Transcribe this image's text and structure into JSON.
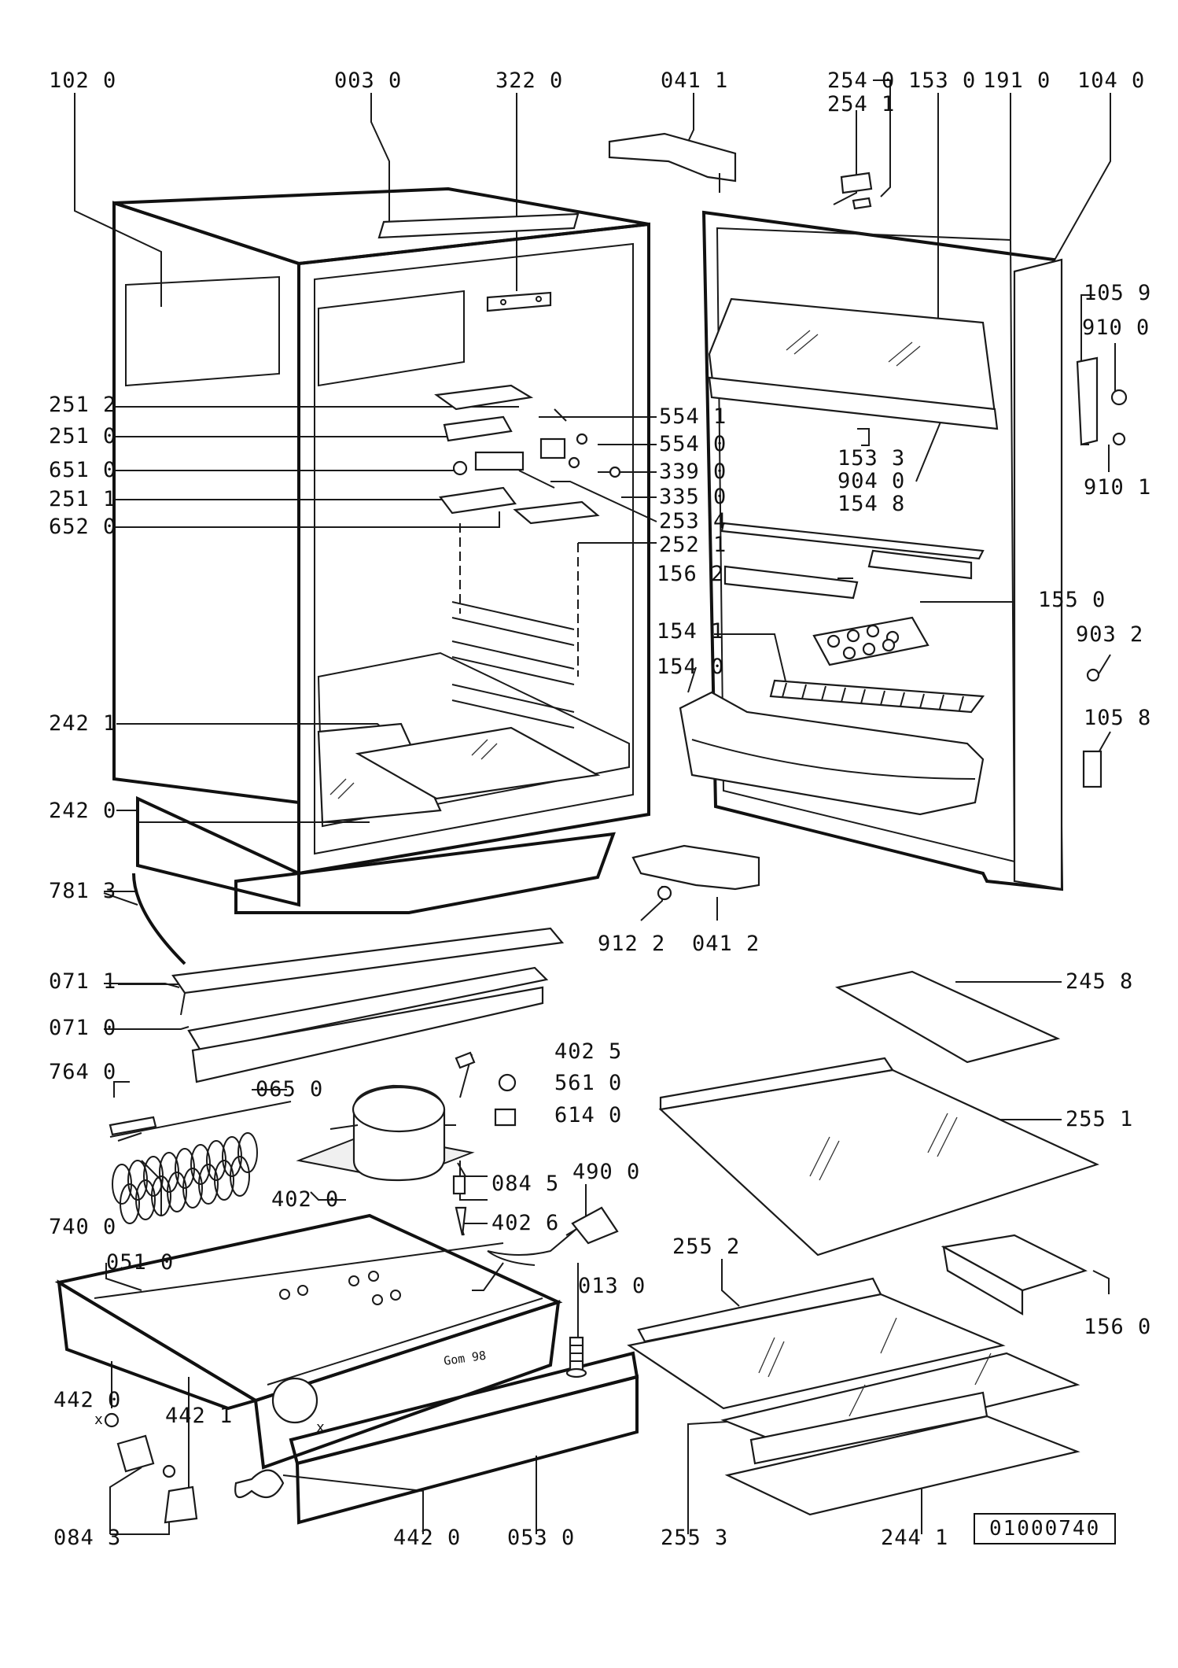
{
  "diagram": {
    "drawing_number": "01000740",
    "part_labels": [
      {
        "id": "p1020",
        "text": "102 0"
      },
      {
        "id": "p0030",
        "text": "003 0"
      },
      {
        "id": "p3220",
        "text": "322 0"
      },
      {
        "id": "p0411",
        "text": "041 1"
      },
      {
        "id": "p2540",
        "text": "254 0"
      },
      {
        "id": "p2541",
        "text": "254 1"
      },
      {
        "id": "p1530",
        "text": "153 0"
      },
      {
        "id": "p1910",
        "text": "191 0"
      },
      {
        "id": "p1040",
        "text": "104 0"
      },
      {
        "id": "p1059",
        "text": "105 9"
      },
      {
        "id": "p9100",
        "text": "910 0"
      },
      {
        "id": "p9101",
        "text": "910 1"
      },
      {
        "id": "p2512",
        "text": "251 2"
      },
      {
        "id": "p2510",
        "text": "251 0"
      },
      {
        "id": "p6510",
        "text": "651 0"
      },
      {
        "id": "p2511",
        "text": "251 1"
      },
      {
        "id": "p6520",
        "text": "652 0"
      },
      {
        "id": "p5541",
        "text": "554 1"
      },
      {
        "id": "p5540",
        "text": "554 0"
      },
      {
        "id": "p3390",
        "text": "339 0"
      },
      {
        "id": "p3350",
        "text": "335 0"
      },
      {
        "id": "p2534",
        "text": "253 4"
      },
      {
        "id": "p2521",
        "text": "252 1"
      },
      {
        "id": "p1533",
        "text": "153 3"
      },
      {
        "id": "p9040",
        "text": "904 0"
      },
      {
        "id": "p1548",
        "text": "154 8"
      },
      {
        "id": "p1562",
        "text": "156 2"
      },
      {
        "id": "p1550",
        "text": "155 0"
      },
      {
        "id": "p1541",
        "text": "154 1"
      },
      {
        "id": "p1540",
        "text": "154 0"
      },
      {
        "id": "p9032",
        "text": "903 2"
      },
      {
        "id": "p1058",
        "text": "105 8"
      },
      {
        "id": "p2421",
        "text": "242 1"
      },
      {
        "id": "p2420",
        "text": "242 0"
      },
      {
        "id": "p7813",
        "text": "781 3"
      },
      {
        "id": "p9122",
        "text": "912 2"
      },
      {
        "id": "p0412",
        "text": "041 2"
      },
      {
        "id": "p0711",
        "text": "071 1"
      },
      {
        "id": "p0710",
        "text": "071 0"
      },
      {
        "id": "p2458",
        "text": "245 8"
      },
      {
        "id": "p4025",
        "text": "402 5"
      },
      {
        "id": "p5610",
        "text": "561 0"
      },
      {
        "id": "p6140",
        "text": "614 0"
      },
      {
        "id": "p7640",
        "text": "764 0"
      },
      {
        "id": "p0650",
        "text": "065 0"
      },
      {
        "id": "p2551",
        "text": "255 1"
      },
      {
        "id": "p0845",
        "text": "084 5"
      },
      {
        "id": "p4900",
        "text": "490 0"
      },
      {
        "id": "p4020",
        "text": "402 0"
      },
      {
        "id": "p4026",
        "text": "402 6"
      },
      {
        "id": "p7400",
        "text": "740 0"
      },
      {
        "id": "p2552",
        "text": "255 2"
      },
      {
        "id": "p0510",
        "text": "051 0"
      },
      {
        "id": "p0130",
        "text": "013 0"
      },
      {
        "id": "p1560",
        "text": "156 0"
      },
      {
        "id": "p4420a",
        "text": "442 0"
      },
      {
        "id": "p4421",
        "text": "442 1"
      },
      {
        "id": "p0843",
        "text": "084 3"
      },
      {
        "id": "p4420b",
        "text": "442 0"
      },
      {
        "id": "p0530",
        "text": "053 0"
      },
      {
        "id": "p2553",
        "text": "255 3"
      },
      {
        "id": "p2441",
        "text": "244 1"
      }
    ],
    "x_marks": [
      "x",
      "x"
    ],
    "stamp_text": "Gom 98"
  }
}
